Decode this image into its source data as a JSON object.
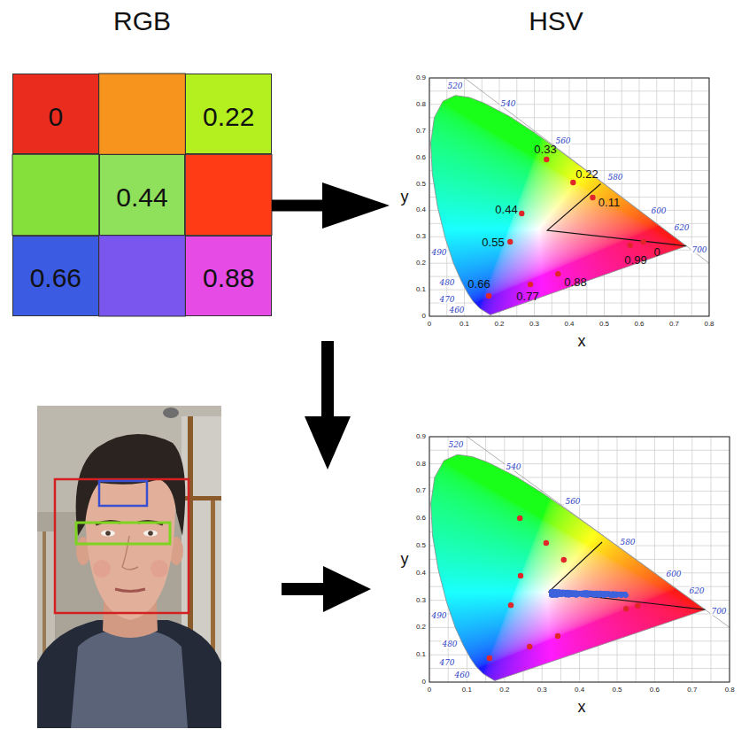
{
  "diagram": {
    "nodes": [
      {
        "text": [
          "RGB"
        ]
      },
      {
        "text": [
          "0"
        ],
        "in": 0
      },
      {
        "text": [
          "0.22"
        ],
        "in": 0
      },
      {
        "text": [
          "0.44"
        ],
        "in": 0
      },
      {
        "text": [
          "0.66"
        ],
        "in": 0
      },
      {
        "text": [
          "0.88"
        ],
        "in": 0
      },
      {
        "text": [
          "HSV"
        ]
      }
    ],
    "edges": [
      {
        "from": 0,
        "to": 6,
        "arrow": "to"
      }
    ],
    "labels": [
      "0",
      "0.1",
      "0.2",
      "0.3",
      "0.4",
      "0.5",
      "0.6",
      "0.7",
      "0.8",
      "0.9",
      "0",
      "0.1",
      "0.2",
      "0.3",
      "0.4",
      "0.5",
      "0.6",
      "0.7",
      "0.8",
      "x",
      "y",
      "520",
      "540",
      "560",
      "580",
      "600",
      "620",
      "700",
      "490",
      "480",
      "470",
      "460",
      "0.33",
      "0.22",
      "0.11",
      "0.44",
      "0.55",
      "0",
      "0.99",
      "0.66",
      "0.77",
      "0.88",
      "0",
      "0.1",
      "0.2",
      "0.3",
      "0.4",
      "0.5",
      "0.6",
      "0.7",
      "0.8",
      "0.9",
      "0",
      "0.1",
      "0.2",
      "0.3",
      "0.4",
      "0.5",
      "0.6",
      "0.7",
      "0.8",
      "x",
      "y",
      "520",
      "540",
      "560",
      "580",
      "600",
      "620",
      "700",
      "490",
      "480",
      "470",
      "460"
    ]
  }
}
